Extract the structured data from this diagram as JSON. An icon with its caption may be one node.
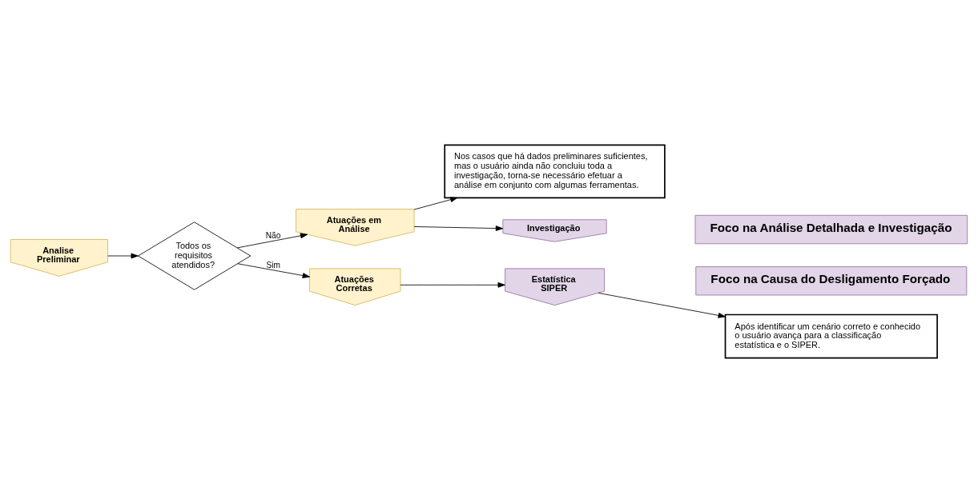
{
  "diagram": {
    "nodes": [
      {
        "text": [
          "Analise Preliminar"
        ]
      },
      {
        "text": [
          "Todos os requisitos atendidos?"
        ]
      },
      {
        "text": [
          "Atuações em Análise"
        ]
      },
      {
        "text": [
          "Nos casos que há dados preliminares suficientes, mas o usuário ainda não concluiu toda a investigação, torna-se necessário efetuar a análise em conjunto com algumas ferramentas."
        ]
      },
      {
        "text": [
          "Investigação"
        ]
      },
      {
        "text": [
          "Foco na Análise Detalhada e Investigação"
        ]
      },
      {
        "text": [
          "Atuações Corretas"
        ]
      },
      {
        "text": [
          "Estatística SIPER"
        ]
      },
      {
        "text": [
          "Foco na Causa do Desligamento Forçado"
        ]
      },
      {
        "text": [
          "Após identificar um cenário correto e conhecido o usuário avança para a classificação estatística e o SIPER."
        ]
      }
    ],
    "edges": [
      {
        "from": 0,
        "to": 1,
        "arrow": "to"
      },
      {
        "from": 1,
        "to": 2,
        "arrow": "to",
        "label": "Não"
      },
      {
        "from": 2,
        "to": 3,
        "arrow": "to"
      },
      {
        "from": 2,
        "to": 4,
        "arrow": "to"
      },
      {
        "from": 1,
        "to": 6,
        "arrow": "to",
        "label": "Sim"
      },
      {
        "from": 6,
        "to": 7,
        "arrow": "to"
      },
      {
        "from": 7,
        "to": 9,
        "arrow": "to"
      }
    ]
  }
}
